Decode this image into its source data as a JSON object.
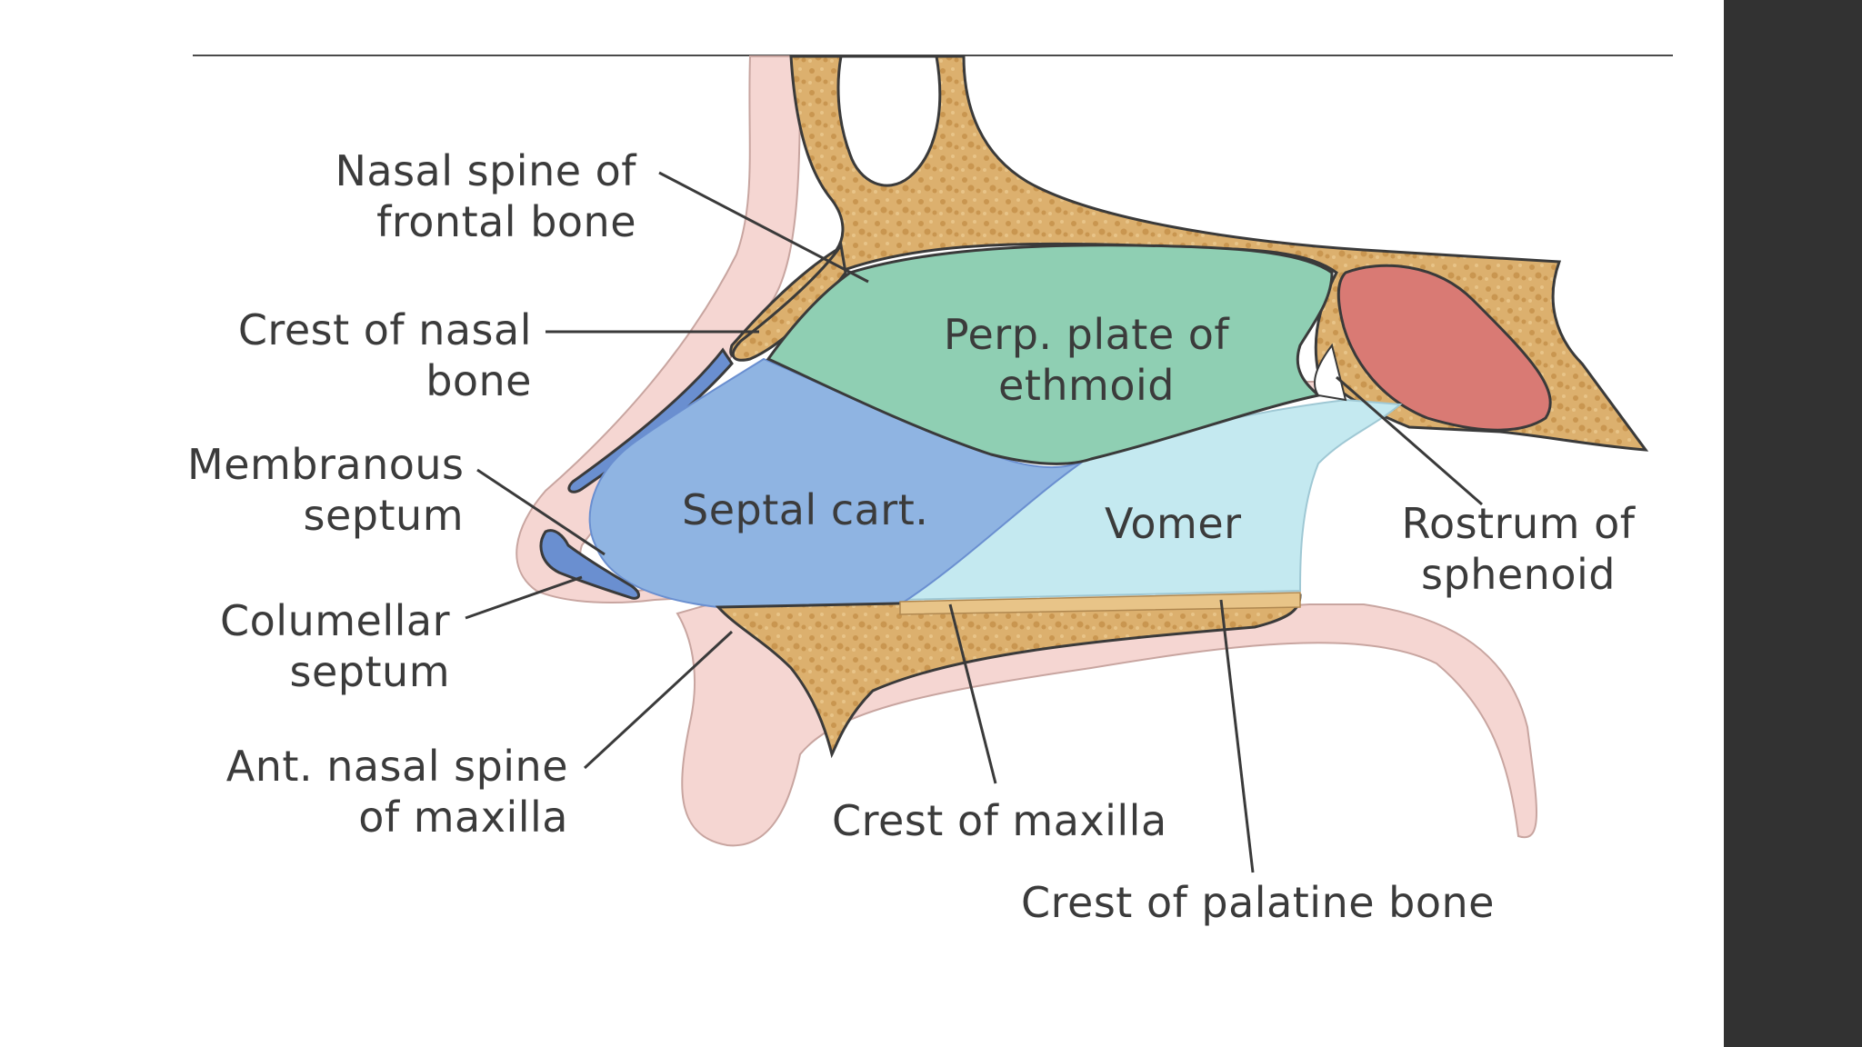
{
  "labels": {
    "nasal_spine_frontal": [
      "Nasal spine of",
      "frontal bone"
    ],
    "crest_nasal_bone": [
      "Crest of nasal",
      "bone"
    ],
    "membranous_septum": [
      "Membranous",
      "septum"
    ],
    "columellar_septum": [
      "Columellar",
      "septum"
    ],
    "ant_nasal_spine": [
      "Ant. nasal spine",
      "of maxilla"
    ],
    "crest_of_maxilla": "Crest of maxilla",
    "crest_palatine": "Crest of palatine bone",
    "rostrum_sphenoid": [
      "Rostrum of",
      "sphenoid"
    ],
    "perp_plate": [
      "Perp. plate of",
      "ethmoid"
    ],
    "septal_cart": "Septal cart.",
    "vomer": "Vomer"
  },
  "colors": {
    "skin": "#f5d6d2",
    "bone": "#dcb06e",
    "ethmoid": "#8fcfb3",
    "septal_cartilage": "#8fb4e2",
    "vomer": "#c4e9f0",
    "sphenoid_sinus": "#d97a74",
    "cartilage_dark": "#6a8fd0",
    "outline": "#3a3a3a",
    "sidebar": "#323232"
  }
}
